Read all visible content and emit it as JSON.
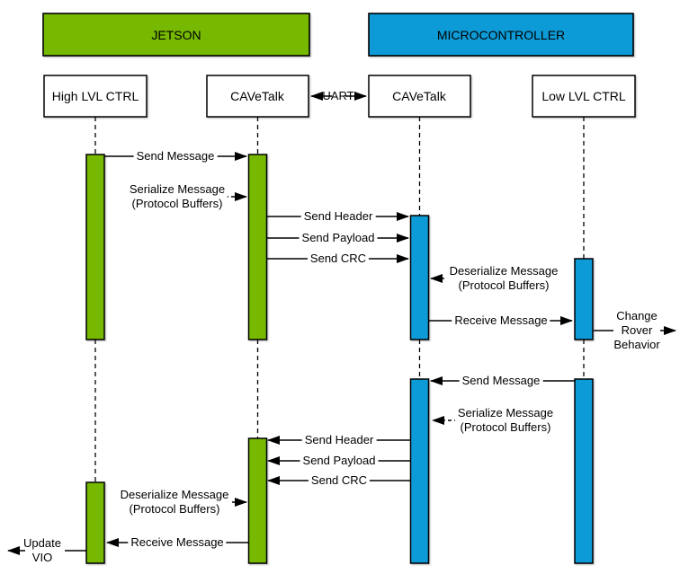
{
  "colors": {
    "green": "#76b900",
    "blue": "#0f9bd7",
    "line": "#000000",
    "box_fill": "#ffffff",
    "background": "#ffffff"
  },
  "headers": {
    "jetson": "JETSON",
    "microcontroller": "MICROCONTROLLER"
  },
  "actors": {
    "high_lvl": "High LVL CTRL",
    "cavetalk_jetson": "CAVeTalk",
    "cavetalk_mcu": "CAVeTalk",
    "low_lvl": "Low LVL CTRL"
  },
  "link": {
    "uart": "UART"
  },
  "messages": {
    "p1_send": "Send Message",
    "p1_serialize": "Serialize Message\n(Protocol Buffers)",
    "p1_header": "Send Header",
    "p1_payload": "Send Payload",
    "p1_crc": "Send CRC",
    "p1_deserialize": "Deserialize Message\n(Protocol Buffers)",
    "p1_receive": "Receive Message",
    "p1_external": "Change\nRover\nBehavior",
    "p2_send": "Send Message",
    "p2_serialize": "Serialize Message\n(Protocol Buffers)",
    "p2_header": "Send Header",
    "p2_payload": "Send Payload",
    "p2_crc": "Send CRC",
    "p2_deserialize": "Deserialize Message\n(Protocol Buffers)",
    "p2_receive": "Receive Message",
    "p2_external": "Update\nVIO"
  }
}
